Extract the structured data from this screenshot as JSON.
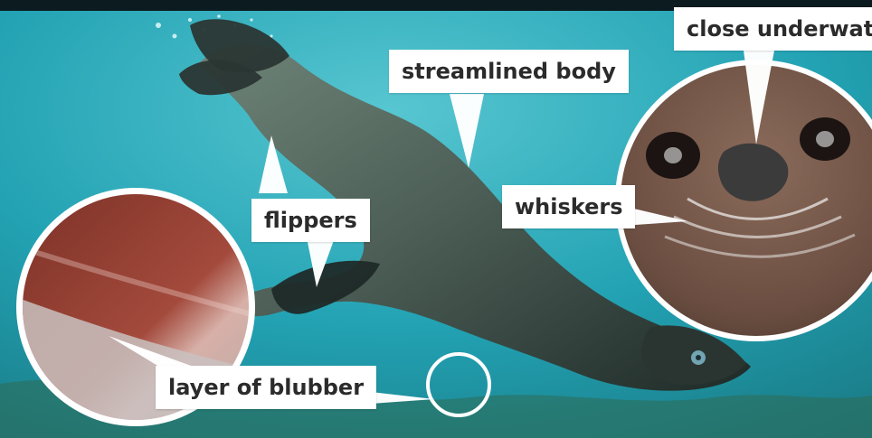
{
  "labels": {
    "top_right": "close underwater",
    "body": "streamlined body",
    "whiskers": "whiskers",
    "flippers": "flippers",
    "blubber": "layer of blubber"
  },
  "colors": {
    "water": "#1b8fa0",
    "label_bg": "#ffffff",
    "label_text": "#2b2b2b",
    "seal_dark": "#2f3d3a",
    "blubber_pink": "#d9a6a0",
    "fur_red": "#8b3b2e"
  }
}
